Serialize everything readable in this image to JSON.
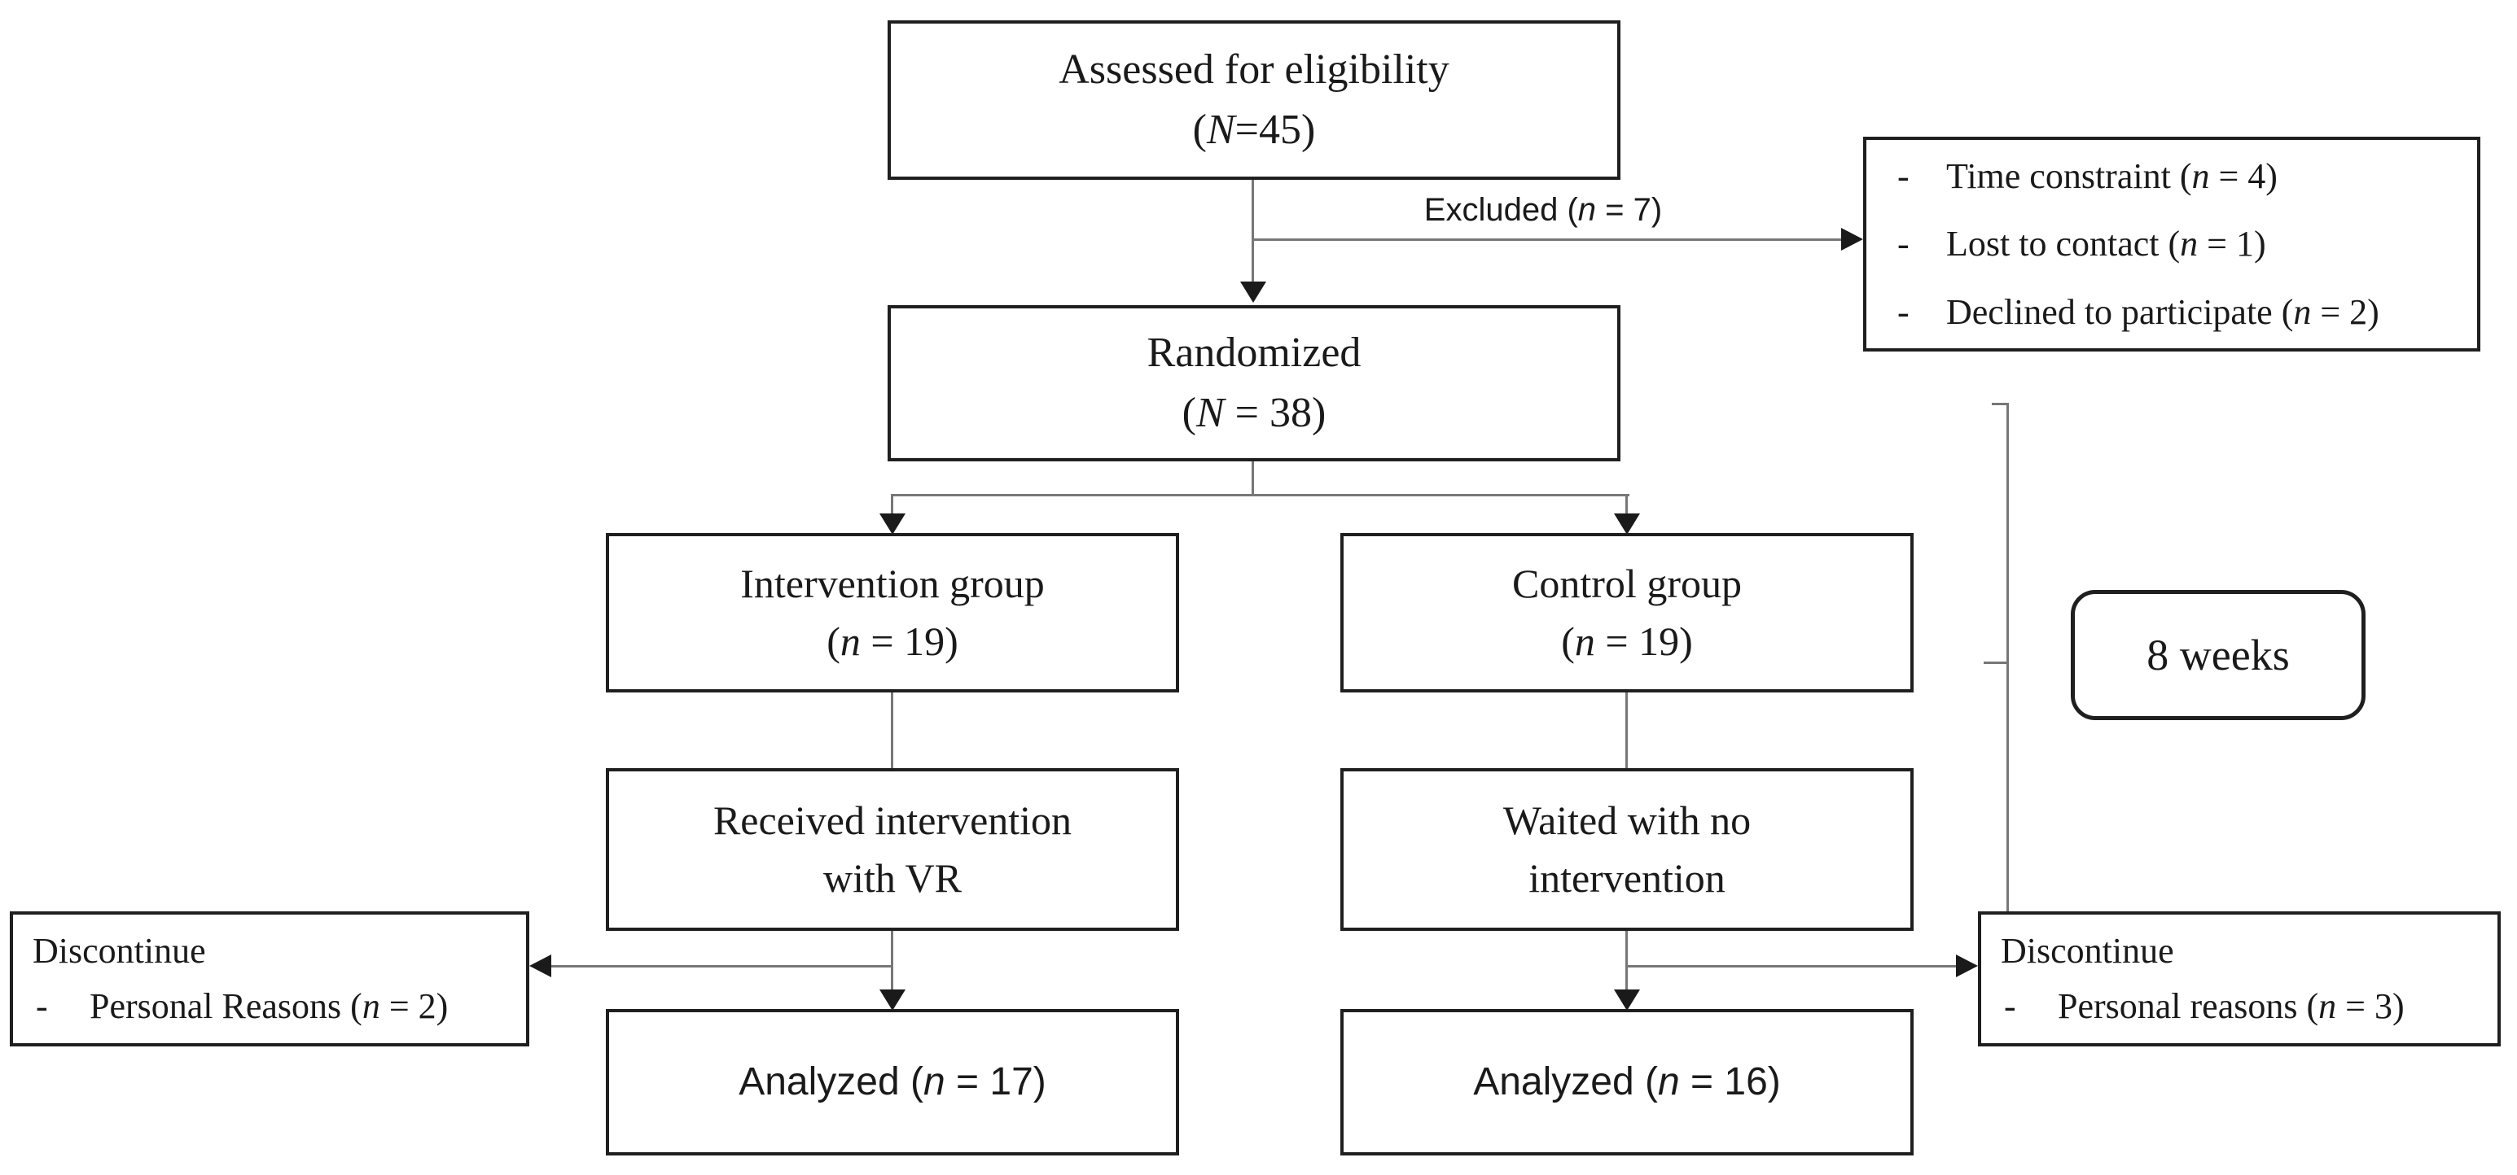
{
  "colors": {
    "background": "#ffffff",
    "box_border": "#1f1f1f",
    "connector_line": "#777777",
    "arrowhead": "#1a1a1a",
    "text": "#1a1a1a"
  },
  "nodes": {
    "assessed": {
      "line1": "Assessed for eligibility",
      "count_pre": "(",
      "count_it": "N",
      "count_post": "=45)"
    },
    "randomized": {
      "line1": "Randomized",
      "count_pre": "(",
      "count_it": "N",
      "count_post": " = 38)"
    },
    "intervention": {
      "line1": "Intervention group",
      "count_pre": "(",
      "count_it": "n",
      "count_post": " = 19)"
    },
    "control": {
      "line1": "Control group",
      "count_pre": "(",
      "count_it": "n",
      "count_post": " = 19)"
    },
    "received": {
      "line1": "Received intervention",
      "line2": "with VR"
    },
    "waited": {
      "line1": "Waited with no",
      "line2": "intervention"
    },
    "analyzed_intervention": {
      "pre": "Analyzed (",
      "it": "n",
      "post": " = 17)"
    },
    "analyzed_control": {
      "pre": "Analyzed (",
      "it": "n",
      "post": " = 16)"
    },
    "duration": {
      "label": "8 weeks"
    }
  },
  "excluded": {
    "arrow_label": {
      "pre": "Excluded (",
      "it": "n",
      "post": " = 7)"
    },
    "reasons": [
      {
        "bullet": "-",
        "pre": "Time constraint (",
        "it": "n",
        "post": " = 4)"
      },
      {
        "bullet": "-",
        "pre": "Lost to contact (",
        "it": "n",
        "post": " = 1)"
      },
      {
        "bullet": "-",
        "pre": "Declined to participate (",
        "it": "n",
        "post": " = 2)"
      }
    ]
  },
  "discontinue_intervention": {
    "title": "Discontinue",
    "bullet": "-",
    "pre": "Personal Reasons (",
    "it": "n",
    "post": " = 2)"
  },
  "discontinue_control": {
    "title": "Discontinue",
    "bullet": "-",
    "pre": "Personal reasons (",
    "it": "n",
    "post": " = 3)"
  }
}
